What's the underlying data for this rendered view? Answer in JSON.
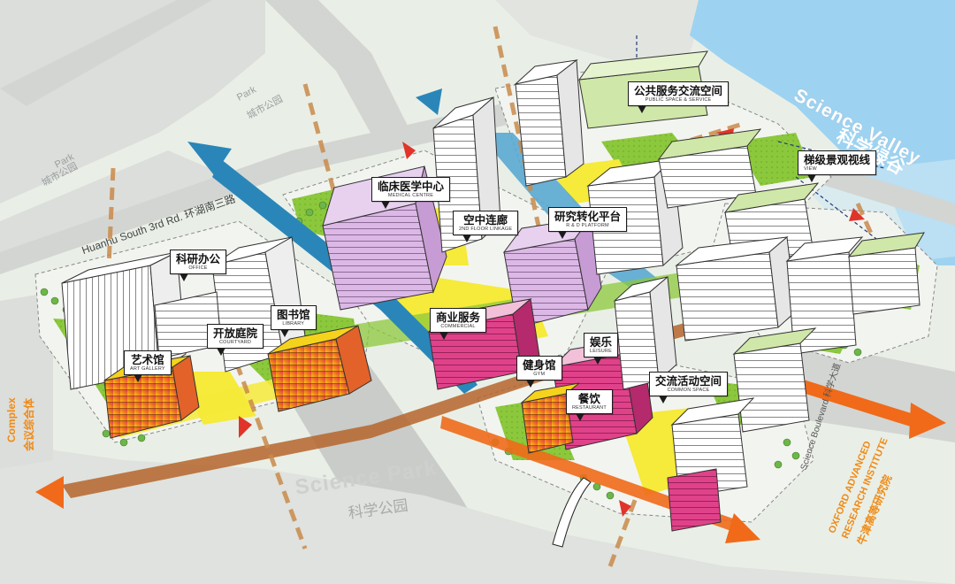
{
  "labels": {
    "medical": {
      "cn": "临床医学中心",
      "en": "MEDICAL CENTRE"
    },
    "linkage": {
      "cn": "空中连廊",
      "en": "2ND FLOOR LINKAGE"
    },
    "rd": {
      "cn": "研究转化平台",
      "en": "R & D PLATFORM"
    },
    "public_space": {
      "cn": "公共服务交流空间",
      "en": "PUBLIC SPACE & SERVICE"
    },
    "view": {
      "cn": "梯级景观视线",
      "en": "VIEW"
    },
    "office": {
      "cn": "科研办公",
      "en": "OFFICE"
    },
    "courtyard": {
      "cn": "开放庭院",
      "en": "COURTYARD"
    },
    "library": {
      "cn": "图书馆",
      "en": "LIBRARY"
    },
    "art_gallery": {
      "cn": "艺术馆",
      "en": "ART GALLERY"
    },
    "commercial": {
      "cn": "商业服务",
      "en": "COMMERCIAL"
    },
    "leisure": {
      "cn": "娱乐",
      "en": "LEISURE"
    },
    "gym": {
      "cn": "健身馆",
      "en": "GYM"
    },
    "restaurant": {
      "cn": "餐饮",
      "en": "RESTAURANT"
    },
    "common_space": {
      "cn": "交流活动空间",
      "en": "COMMON SPACE"
    }
  },
  "ground": {
    "road_name": "Huanhu South 3rd Rd. 环湖南三路",
    "science_park": "Science Park",
    "science_park_cn": "科学公园",
    "park_top": "Park",
    "park_top_cn": "城市公园",
    "park_left": "Park",
    "park_left_cn": "城市公园",
    "science_valley": "Science Valley",
    "science_valley_cn": "科学绿谷",
    "science_boulevard": "Science Boulevard 科学大道",
    "oxford_1": "OXFORD ADVANCED",
    "oxford_2": "RESEARCH INSTITUTE",
    "oxford_cn": "牛津高等研究院",
    "compex": "Complex",
    "compex_cn": "会议综合体"
  },
  "colors": {
    "lawn": "#8cc83c",
    "plaza": "#f6ea3a",
    "medical": "#d9b4e2",
    "commercial": "#e0428a",
    "cultural": "#f07a1a",
    "blue_arrow": "#2a86b8",
    "orange_arrow": "#f06a1a",
    "lake": "#9dd3f0"
  }
}
